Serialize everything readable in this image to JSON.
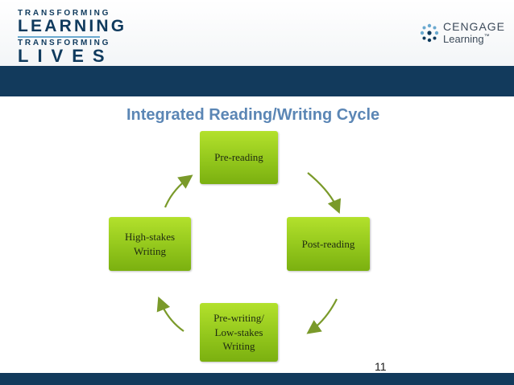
{
  "header": {
    "tagline": {
      "line1": "TRANSFORMING",
      "line2": "LEARNING",
      "line3": "TRANSFORMING",
      "line4": "LIVES"
    },
    "logo": {
      "name": "CENGAGE",
      "sub": "Learning",
      "tm": "™"
    }
  },
  "slide": {
    "title": "Integrated Reading/Writing Cycle",
    "page_number": "11"
  },
  "cycle": {
    "nodes": [
      {
        "id": "pre-reading",
        "lines": [
          "Pre-reading"
        ]
      },
      {
        "id": "post-reading",
        "lines": [
          "Post-reading"
        ]
      },
      {
        "id": "pre-writing",
        "lines": [
          "Pre-writing/",
          "Low-stakes",
          "Writing"
        ]
      },
      {
        "id": "high-stakes",
        "lines": [
          "High-stakes",
          "Writing"
        ]
      }
    ]
  },
  "colors": {
    "band": "#123a5c",
    "title": "#5b86b5",
    "node_fill": "#93c71c",
    "arrow": "#7a9a2a"
  }
}
